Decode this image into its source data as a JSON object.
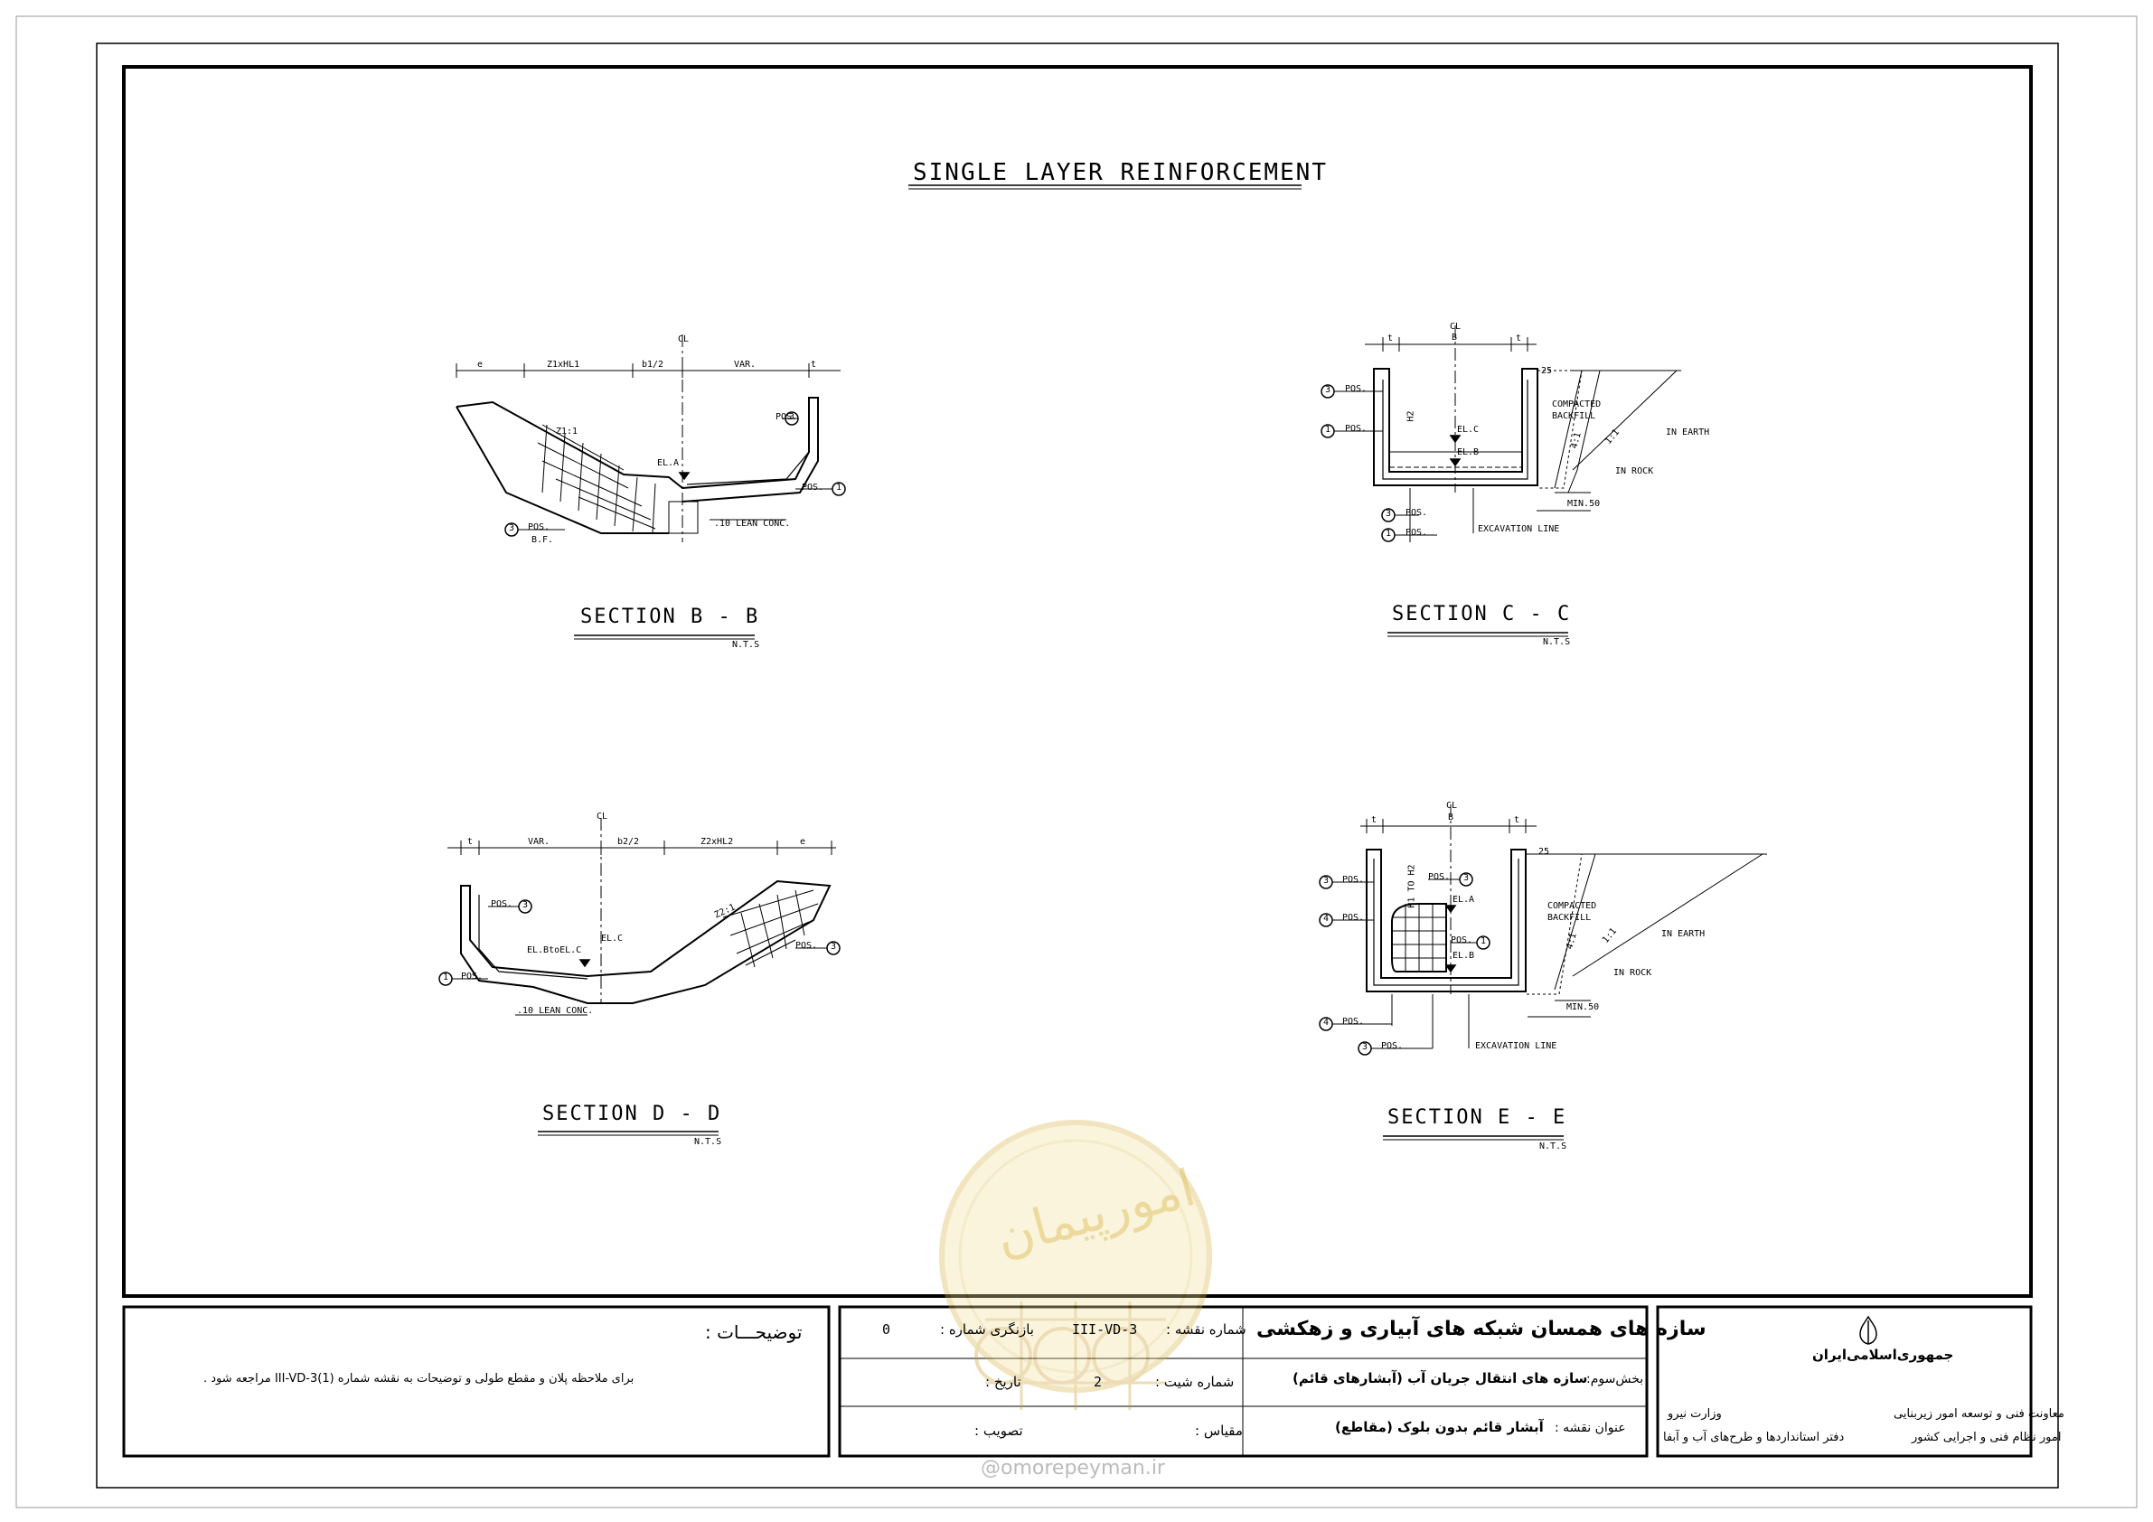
{
  "drawing_title": "SINGLE LAYER REINFORCEMENT",
  "sections": {
    "bb": {
      "title": "SECTION  B - B",
      "scale": "N.T.S",
      "labels": {
        "e": "e",
        "z1hl1": "Z1xHL1",
        "b12": "b1/2",
        "var": "VAR.",
        "t": "t",
        "cl": "CL",
        "pos": "POS.",
        "ela": "EL.A",
        "bf": "B.F.",
        "lean": ".10 LEAN CONC.",
        "slope": "Z1:1",
        "n1": "1",
        "n3a": "3",
        "n3b": "3"
      }
    },
    "cc": {
      "title": "SECTION  C - C",
      "scale": "N.T.S",
      "labels": {
        "t": "t",
        "cl": "CL",
        "b": "B",
        "h2": "H2",
        "elc": "EL.C",
        "elb": "EL.B",
        "pos": "POS.",
        "compacted": "COMPACTED",
        "backfill": "BACKFILL",
        "inearth": "IN EARTH",
        "inrock": "IN ROCK",
        "min50": "MIN.50",
        "excavation": "EXCAVATION LINE",
        "r41": "4:1",
        "r11": "1:1",
        "d25": "25",
        "n3": "3",
        "n1": "1"
      }
    },
    "dd": {
      "title": "SECTION  D - D",
      "scale": "N.T.S",
      "labels": {
        "t": "t",
        "var": "VAR.",
        "b22": "b2/2",
        "z2hl2": "Z2xHL2",
        "e": "e",
        "cl": "CL",
        "pos": "POS.",
        "elbc": "EL.BtoEL.C",
        "elc": "EL.C",
        "lean": ".10 LEAN CONC.",
        "slope": "Z2:1",
        "n1": "1",
        "n3": "3"
      }
    },
    "ee": {
      "title": "SECTION  E - E",
      "scale": "N.T.S",
      "labels": {
        "t": "t",
        "cl": "CL",
        "b": "B",
        "h1h2": "H1 TO H2",
        "ela": "EL.A",
        "elb": "EL.B",
        "pos": "POS.",
        "compacted": "COMPACTED",
        "backfill": "BACKFILL",
        "inearth": "IN EARTH",
        "inrock": "IN ROCK",
        "min50": "MIN.50",
        "excavation": "EXCAVATION LINE",
        "r41": "4:1",
        "r11": "1:1",
        "d25": "25",
        "n1": "1",
        "n3": "3",
        "n4": "4"
      }
    }
  },
  "title_block": {
    "notes_title": "توضیحـــات :",
    "notes_text": "برای ملاحظه پلان و مقطع طولی و توضیحات به نقشه شماره III-VD-3(1) مراجعه شود .",
    "revision_label": "بازنگری شماره :",
    "revision_value": "0",
    "drawing_no_label": "شماره نقشه :",
    "drawing_no_value": "III-VD-3",
    "date_label": "تاریخ :",
    "sheet_no_label": "شماره شیت :",
    "sheet_no_value": "2",
    "approval_label": "تصویب :",
    "scale_label": "مقیاس :",
    "project_title": "سازه های همسان شبکه های آبیاری و زهکشی",
    "part_label": "بخش‌سوم:",
    "part_value": "سازه های انتقال جریان آب (آبشارهای قائم)",
    "drawing_title_label": "عنوان نقشه :",
    "drawing_title_value": "آبشار قائم بدون بلوک (مقاطع)",
    "country": "جمهوری‌اسلامی‌ایران",
    "ministry": "وزارت نیرو",
    "deputy": "معاونت فنی و توسعه امور زیربنایی",
    "office": "امور نظام فنی و اجرایی کشور",
    "dept": "دفتر استانداردها و طرح‌های آب و آبفا"
  },
  "watermark": {
    "text": "امورپیمان",
    "site": "@omorepeyman.ir"
  }
}
